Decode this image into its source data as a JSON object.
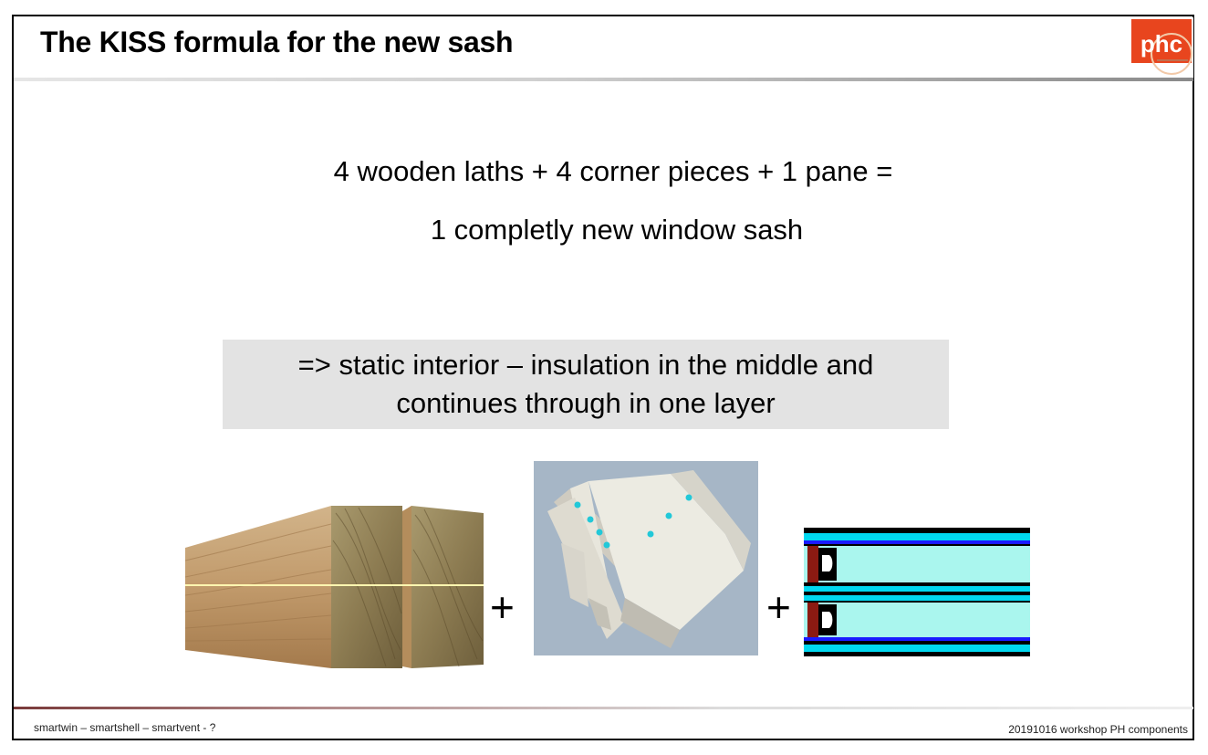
{
  "slide": {
    "title": "The KISS formula for the new sash",
    "logo_text": "phc",
    "formula_line_1": "4 wooden laths + 4 corner pieces + 1 pane =",
    "formula_line_2": "1 completly new window sash",
    "callout_line_1": "=> static interior – insulation in the middle and",
    "callout_line_2": "continues through in one layer",
    "plus_1": "+",
    "plus_2": "+"
  },
  "footer": {
    "left": "smartwin – smartshell – smartvent - ?",
    "right": "20191016 workshop PH components"
  },
  "colors": {
    "logo_orange": "#e8451e",
    "callout_bg": "#e3e3e3",
    "pane_cyan": "#00d8f0",
    "pane_glass": "#aaf6ee",
    "pane_blue": "#1a1aff",
    "pane_red": "#8b1a12"
  }
}
